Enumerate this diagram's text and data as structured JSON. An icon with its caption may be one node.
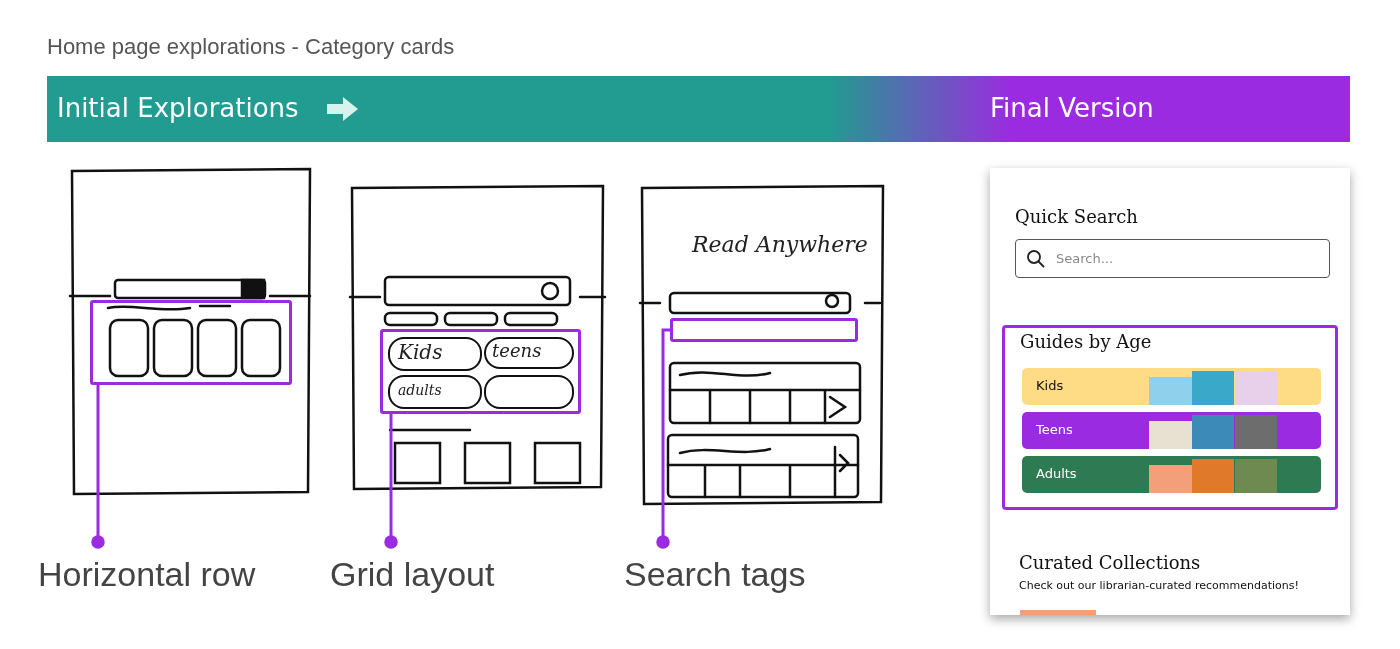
{
  "diagram": {
    "title": "Home page explorations - Category cards",
    "nodes": [
      {
        "text": [
          "Initial Explorations",
          "Final Version"
        ]
      },
      {
        "text": [],
        "shape": "box"
      },
      {
        "text": [],
        "shape": "box"
      },
      {
        "text": [],
        "shape": "box"
      },
      {
        "text": [
          "Quick Search",
          "Curated Collections",
          "Check out our librarian-curated recommendations!"
        ]
      },
      {
        "text": [
          "Search..."
        ],
        "in": 4
      },
      {
        "text": [
          "Guides by Age"
        ],
        "in": 4
      },
      {
        "text": [
          "Kids"
        ],
        "in": 6
      },
      {
        "text": [
          "Teens"
        ],
        "in": 6
      },
      {
        "text": [
          "Adults"
        ],
        "in": 6
      },
      {
        "text": [
          "Horizontal row"
        ]
      },
      {
        "text": [
          "Grid layout"
        ]
      },
      {
        "text": [
          "Search tags"
        ]
      }
    ],
    "edges": [
      {
        "from": 10,
        "to": 1,
        "arrow": "other"
      },
      {
        "from": 11,
        "to": 2,
        "arrow": "other"
      },
      {
        "from": 12,
        "to": 3,
        "arrow": "other"
      }
    ],
    "labels": [
      "Read Anywhere",
      "Kids",
      "teens",
      "adults"
    ]
  }
}
